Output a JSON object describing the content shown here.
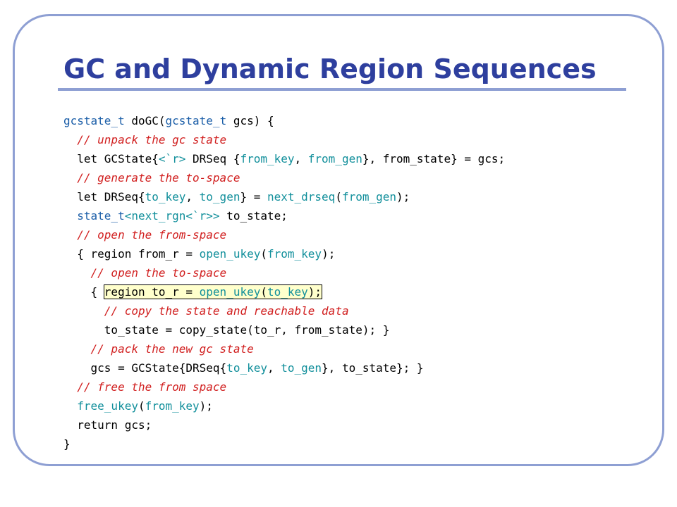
{
  "slide": {
    "title": "GC and Dynamic Region Sequences",
    "code": {
      "l01a": "gcstate_t",
      "l01b": " doGC(",
      "l01c": "gcstate_t",
      "l01d": " gcs) {",
      "l02": "// unpack the gc state",
      "l03a": "let GCState{",
      "l03b": "<`r>",
      "l03c": " DRSeq {",
      "l03d": "from_key",
      "l03e": ", ",
      "l03f": "from_gen",
      "l03g": "}, from_state} = gcs;",
      "l04": "// generate the to-space",
      "l05a": "let DRSeq{",
      "l05b": "to_key",
      "l05c": ", ",
      "l05d": "to_gen",
      "l05e": "} = ",
      "l05f": "next_drseq",
      "l05g": "(",
      "l05h": "from_gen",
      "l05i": ");",
      "l06a": "state_t",
      "l06b": "<next_rgn<`r>>",
      "l06c": " to_state;",
      "l07": "// open the from-space",
      "l08a": "{ region from_r = ",
      "l08b": "open_ukey",
      "l08c": "(",
      "l08d": "from_key",
      "l08e": ");",
      "l09": "// open the to-space",
      "l10a": "{ ",
      "l10b": "region to_r = ",
      "l10c": "open_ukey",
      "l10d": "(",
      "l10e": "to_key",
      "l10f": ");",
      "l11": "// copy the state and reachable data",
      "l12": "to_state = copy_state(to_r, from_state); }",
      "l13": "// pack the new gc state",
      "l14a": "gcs = GCState{DRSeq{",
      "l14b": "to_key",
      "l14c": ", ",
      "l14d": "to_gen",
      "l14e": "}, to_state}; }",
      "l15": "// free the from space",
      "l16a": "free_ukey",
      "l16b": "(",
      "l16c": "from_key",
      "l16d": ");",
      "l17": "return gcs;",
      "l18": "}"
    },
    "colors": {
      "title": "#2e3f9e",
      "frame": "#8e9fd3",
      "comment": "#d11f1f",
      "type": "#1b5ea8",
      "function": "#118f9b",
      "highlight": "#ffffcc"
    }
  }
}
